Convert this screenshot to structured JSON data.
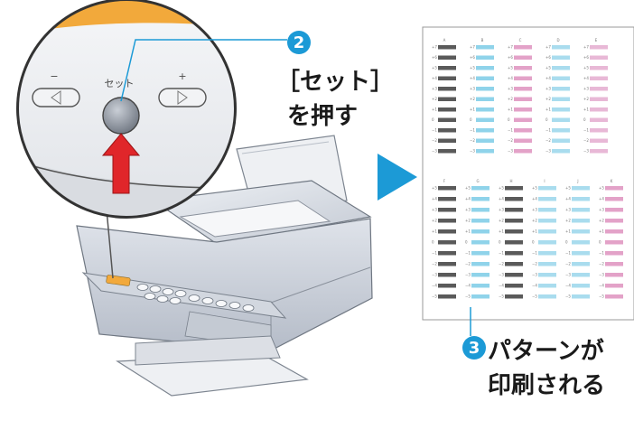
{
  "panel": {
    "minus": "−",
    "set_key_label": "セット",
    "plus": "+"
  },
  "step2": {
    "number": "2",
    "line1": "［セット］",
    "line2": "を押す"
  },
  "step3": {
    "number": "3",
    "line1": "パターンが",
    "line2": "印刷される"
  },
  "pattern_sheet": {
    "top_columns": [
      "A",
      "B",
      "C",
      "D",
      "E"
    ],
    "bottom_columns": [
      "F",
      "G",
      "H",
      "I",
      "J",
      "K"
    ],
    "row_values": [
      "+7",
      "+6",
      "+5",
      "+4",
      "+3",
      "+2",
      "+1",
      "0",
      "−1",
      "−2",
      "−3"
    ],
    "bottom_row_values": [
      "+5",
      "+4",
      "+3",
      "+2",
      "+1",
      "0",
      "−1",
      "−2",
      "−3",
      "−4",
      "−5"
    ],
    "top_column_colors": [
      "#5a5a5a",
      "#8fd3ea",
      "#e3a2c8",
      "#a9dcee",
      "#e8b8d6"
    ],
    "bottom_column_colors": [
      "#5a5a5a",
      "#8fd3ea",
      "#5a5a5a",
      "#a9dcee",
      "#a9dcee",
      "#e3a2c8"
    ]
  },
  "colors": {
    "accent_blue": "#1c9ad6",
    "arrow_red": "#e0262a",
    "panel_orange": "#f2a93b"
  }
}
